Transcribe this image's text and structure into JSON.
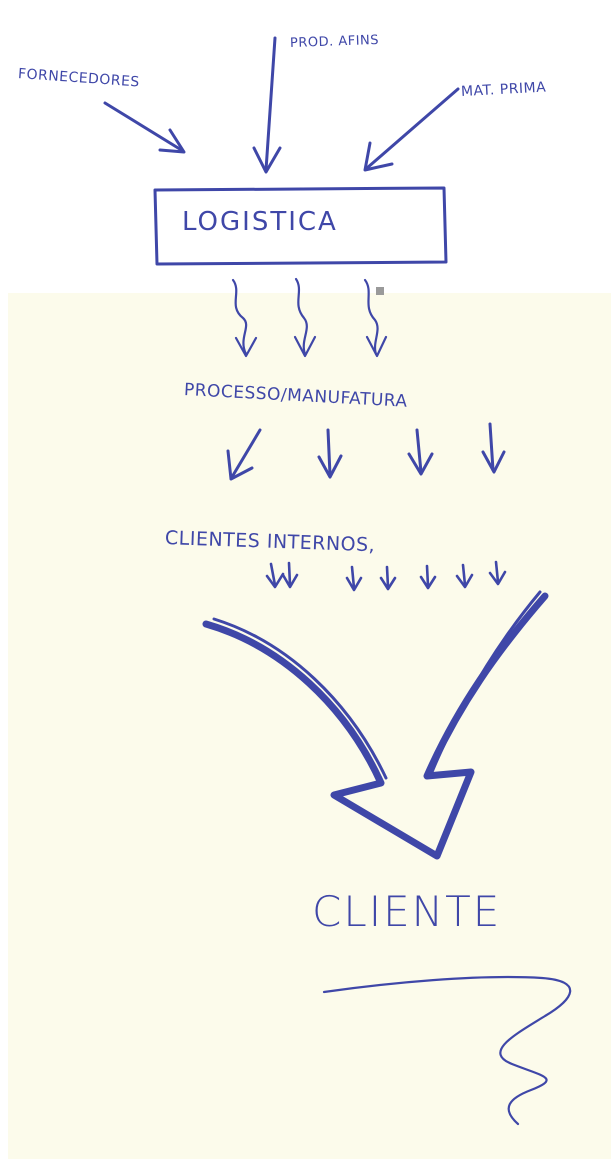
{
  "diagram": {
    "ink_color": "#3f47a8",
    "paper_upper_color": "#ffffff",
    "paper_lower_color": "#fcfbeb",
    "inputs": {
      "fornecedores": "FORNECEDORES",
      "prod_afins": "PROD. AFINS",
      "mat_prima": "MAT. PRIMA"
    },
    "stages": {
      "logistica": "LOGISTICA",
      "processo": "PROCESSO/MANUFATURA",
      "clientes_internos": "CLIENTES INTERNOS,"
    },
    "output": {
      "cliente": "CLIENTE"
    }
  }
}
